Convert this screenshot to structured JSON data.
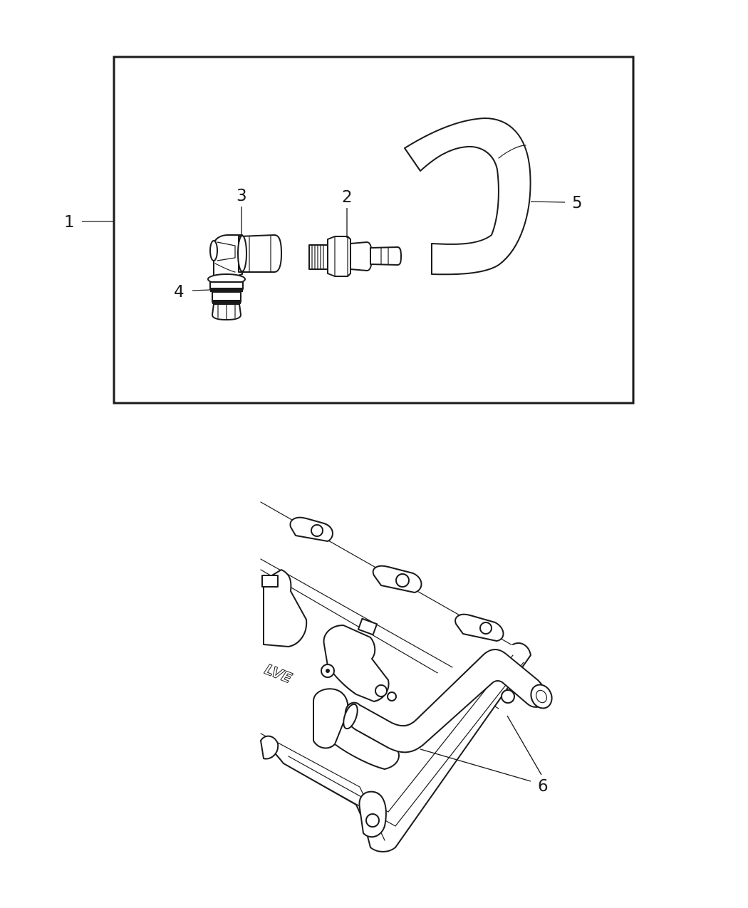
{
  "callouts": {
    "c1": "1",
    "c2": "2",
    "c3": "3",
    "c4": "4",
    "c5": "5",
    "c6": "6"
  },
  "engine_cover": {
    "embossed_text": "LVE"
  },
  "colors": {
    "line": "#1a1a1a",
    "background": "#ffffff"
  }
}
